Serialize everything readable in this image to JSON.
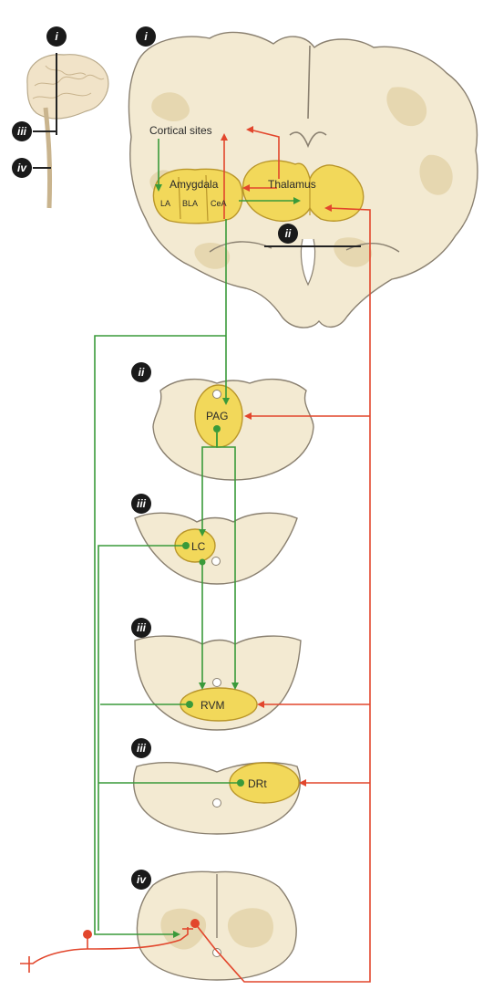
{
  "badges": {
    "brain_i": "i",
    "brain_iii": "iii",
    "brain_iv": "iv",
    "coronal_i": "i",
    "coronal_ii": "ii",
    "pag_ii": "ii",
    "lc_iii": "iii",
    "rvm_iii": "iii",
    "drt_iii": "iii",
    "cord_iv": "iv"
  },
  "labels": {
    "cortical_sites": "Cortical sites",
    "amygdala": "Amygdala",
    "thalamus": "Thalamus",
    "la": "LA",
    "bla": "BLA",
    "cea": "CeA",
    "pag": "PAG",
    "lc": "LC",
    "rvm": "RVM",
    "drt": "DRt"
  },
  "colors": {
    "descending_pathway": "#3a9a3a",
    "ascending_pathway": "#e2462c",
    "nucleus_fill": "#f2d85a",
    "tissue_fill": "#f3ead2",
    "badge_fill": "#1a1a1a"
  }
}
